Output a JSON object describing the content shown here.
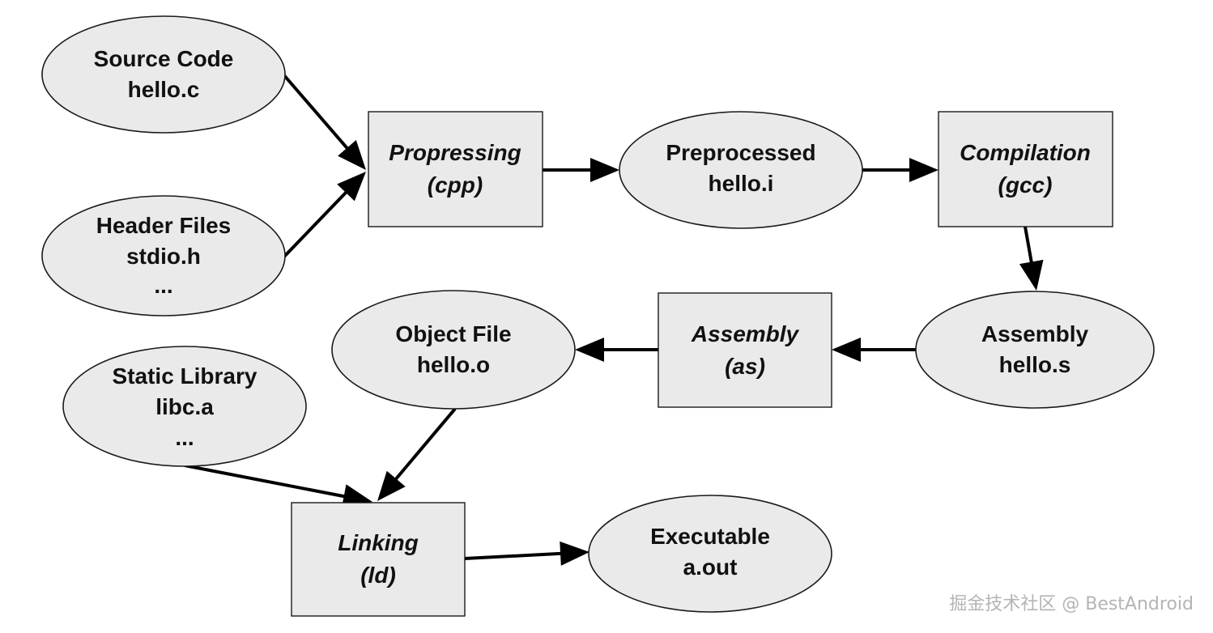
{
  "nodes": {
    "source_code": {
      "line1": "Source Code",
      "line2": "hello.c"
    },
    "header_files": {
      "line1": "Header Files",
      "line2": "stdio.h",
      "line3": "..."
    },
    "preprocessing": {
      "line1": "Propressing",
      "line2": "(cpp)"
    },
    "preprocessed": {
      "line1": "Preprocessed",
      "line2": "hello.i"
    },
    "compilation": {
      "line1": "Compilation",
      "line2": "(gcc)"
    },
    "assembly_file": {
      "line1": "Assembly",
      "line2": "hello.s"
    },
    "assembly_step": {
      "line1": "Assembly",
      "line2": "(as)"
    },
    "object_file": {
      "line1": "Object File",
      "line2": "hello.o"
    },
    "static_library": {
      "line1": "Static Library",
      "line2": "libc.a",
      "line3": "..."
    },
    "linking": {
      "line1": "Linking",
      "line2": "(ld)"
    },
    "executable": {
      "line1": "Executable",
      "line2": "a.out"
    }
  },
  "edges": [
    {
      "from": "source_code",
      "to": "preprocessing"
    },
    {
      "from": "header_files",
      "to": "preprocessing"
    },
    {
      "from": "preprocessing",
      "to": "preprocessed"
    },
    {
      "from": "preprocessed",
      "to": "compilation"
    },
    {
      "from": "compilation",
      "to": "assembly_file"
    },
    {
      "from": "assembly_file",
      "to": "assembly_step"
    },
    {
      "from": "assembly_step",
      "to": "object_file"
    },
    {
      "from": "object_file",
      "to": "linking"
    },
    {
      "from": "static_library",
      "to": "linking"
    },
    {
      "from": "linking",
      "to": "executable"
    }
  ],
  "watermark": "掘金技术社区 @ BestAndroid",
  "colors": {
    "node_fill": "#eaeaea",
    "stroke": "#1a1a1a",
    "arrow": "#000000",
    "watermark": "#b4b4b4"
  }
}
